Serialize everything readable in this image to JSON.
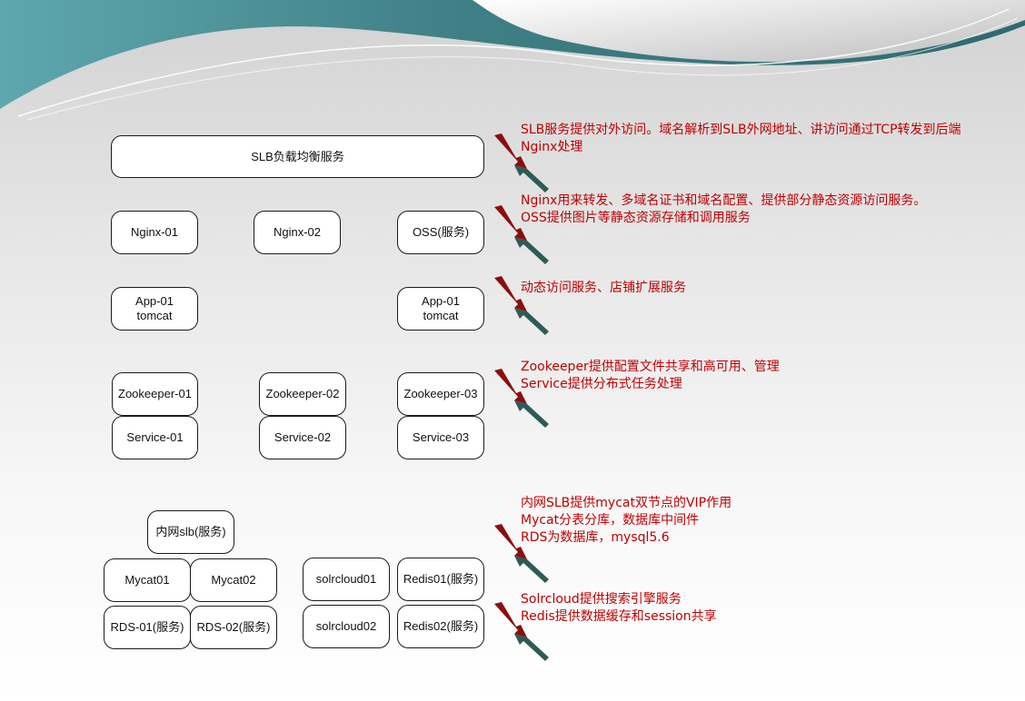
{
  "boxes": {
    "slb": "SLB负载均衡服务",
    "nginx01": "Nginx-01",
    "nginx02": "Nginx-02",
    "oss": "OSS(服务)",
    "app01a": {
      "line1": "App-01",
      "line2": "tomcat"
    },
    "app01b": {
      "line1": "App-01",
      "line2": "tomcat"
    },
    "zk01": "Zookeeper-01",
    "zk02": "Zookeeper-02",
    "zk03": "Zookeeper-03",
    "svc01": "Service-01",
    "svc02": "Service-02",
    "svc03": "Service-03",
    "inner_slb": "内网slb(服务)",
    "mycat01": "Mycat01",
    "mycat02": "Mycat02",
    "rds01": "RDS-01(服务)",
    "rds02": "RDS-02(服务)",
    "solr01": "solrcloud01",
    "solr02": "solrcloud02",
    "redis01": "Redis01(服务)",
    "redis02": "Redis02(服务)"
  },
  "notes": {
    "slb": [
      "SLB服务提供对外访问。域名解析到SLB外网地址、讲访问通过TCP转发到后端",
      "Nginx处理"
    ],
    "nginx": [
      "Nginx用来转发、多域名证书和域名配置、提供部分静态资源访问服务。",
      "OSS提供图片等静态资源存储和调用服务"
    ],
    "app": [
      "动态访问服务、店铺扩展服务"
    ],
    "zk": [
      "Zookeeper提供配置文件共享和高可用、管理",
      "Service提供分布式任务处理"
    ],
    "db": [
      "内网SLB提供mycat双节点的VIP作用",
      "Mycat分表分库，数据库中间件",
      "RDS为数据库，mysql5.6"
    ],
    "cache": [
      "Solrcloud提供搜索引擎服务",
      "Redis提供数据缓存和session共享"
    ]
  },
  "colors": {
    "note_text": "#c00000",
    "bolt_red": "#8b0e0e",
    "bolt_teal": "#2e5b57",
    "header_teal": "#4f9aa2"
  }
}
